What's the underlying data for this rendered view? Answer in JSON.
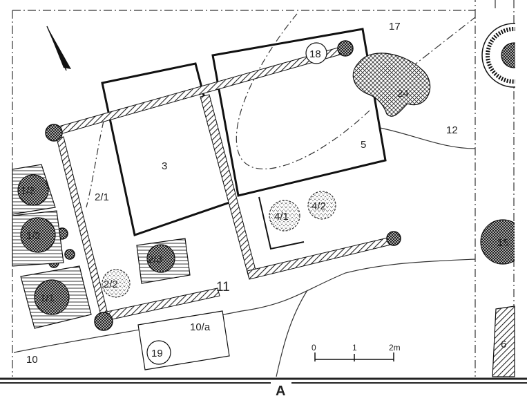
{
  "features": {
    "f17": "17",
    "f18": "18",
    "f24": "24",
    "f12": "12",
    "f5": "5",
    "f3": "3",
    "f2_1": "2/1",
    "f1_3": "1/3",
    "f1_2": "1/2",
    "f1_1": "1/1",
    "f2_3": "2/3",
    "f2_2": "2/2",
    "f4_1": "4/1",
    "f4_2": "4/2",
    "f15": "15",
    "f11": "11",
    "f10a": "10/a",
    "f19": "19",
    "f10": "10",
    "f6": "6"
  },
  "scale": {
    "t0": "0",
    "t1": "1",
    "t2": "2m"
  },
  "section": {
    "label": "A"
  }
}
